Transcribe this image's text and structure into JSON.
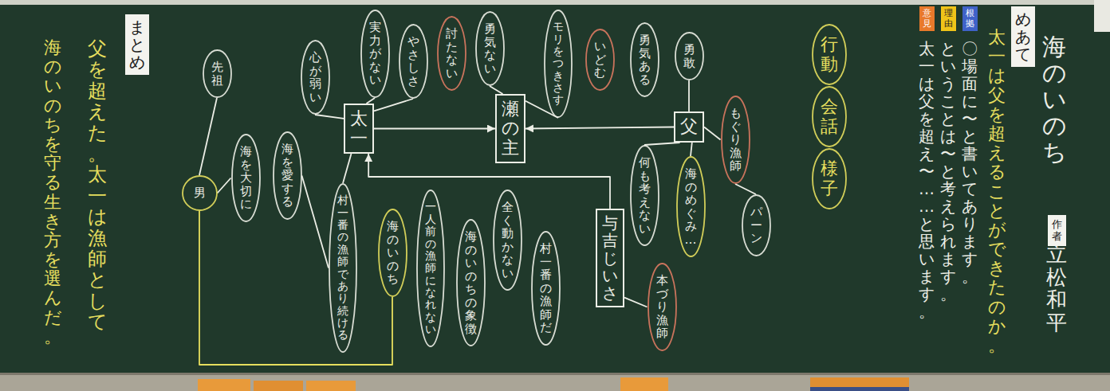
{
  "diagram": {
    "title": "海のいのち",
    "nodes": [
      {
        "text": [
          "作者"
        ]
      },
      {
        "text": [
          "めあて"
        ]
      },
      {
        "text": [
          "意見"
        ]
      },
      {
        "text": [
          "理由"
        ]
      },
      {
        "text": [
          "根拠"
        ]
      },
      {
        "text": [
          "行動"
        ]
      },
      {
        "text": [
          "会話"
        ]
      },
      {
        "text": [
          "様子"
        ]
      },
      {
        "text": [
          "父"
        ]
      },
      {
        "text": [
          "勇敢"
        ]
      },
      {
        "text": [
          "勇気ある"
        ]
      },
      {
        "text": [
          "いどむ"
        ]
      },
      {
        "text": [
          "モリをつきさす"
        ]
      },
      {
        "text": [
          "もぐり漁師"
        ]
      },
      {
        "text": [
          "パーン"
        ]
      },
      {
        "text": [
          "何も考えない"
        ]
      },
      {
        "text": [
          "海のめぐみ…"
        ]
      },
      {
        "text": [
          "与吉じいさ"
        ]
      },
      {
        "text": [
          "本づり漁師"
        ]
      },
      {
        "text": [
          "瀬の主"
        ]
      },
      {
        "text": [
          "勇気ない"
        ]
      },
      {
        "text": [
          "討たない"
        ]
      },
      {
        "text": [
          "やさしさ"
        ]
      },
      {
        "text": [
          "実力がない"
        ]
      },
      {
        "text": [
          "全く動かない"
        ]
      },
      {
        "text": [
          "村一番の漁師だ"
        ]
      },
      {
        "text": [
          "海のいのちの象徴"
        ]
      },
      {
        "text": [
          "一人前の漁師になれない"
        ]
      },
      {
        "text": [
          "海のいのち"
        ]
      },
      {
        "text": [
          "太一"
        ]
      },
      {
        "text": [
          "村一番の漁師であり続ける"
        ]
      },
      {
        "text": [
          "心が弱い"
        ]
      },
      {
        "text": [
          "海を愛する"
        ]
      },
      {
        "text": [
          "海を大切に"
        ]
      },
      {
        "text": [
          "先祖"
        ]
      },
      {
        "text": [
          "男"
        ]
      },
      {
        "text": [
          "まとめ"
        ]
      }
    ],
    "edges": [
      {
        "from": 29,
        "to": 19,
        "arrow": "to"
      },
      {
        "from": 8,
        "to": 19,
        "arrow": "to"
      },
      {
        "from": 17,
        "to": 29,
        "arrow": "to"
      },
      {
        "from": 8,
        "to": 13,
        "arrow": "none"
      },
      {
        "from": 8,
        "to": 16,
        "arrow": "none"
      },
      {
        "from": 8,
        "to": 9,
        "arrow": "none"
      },
      {
        "from": 8,
        "to": 15,
        "arrow": "none"
      },
      {
        "from": 13,
        "to": 14,
        "arrow": "none"
      },
      {
        "from": 17,
        "to": 18,
        "arrow": "none"
      },
      {
        "from": 12,
        "to": 19,
        "arrow": "none"
      },
      {
        "from": 20,
        "to": 19,
        "arrow": "none"
      },
      {
        "from": 23,
        "to": 29,
        "arrow": "none"
      },
      {
        "from": 22,
        "to": 29,
        "arrow": "none"
      },
      {
        "from": 31,
        "to": 29,
        "arrow": "none"
      },
      {
        "from": 29,
        "to": 30,
        "arrow": "none"
      },
      {
        "from": 32,
        "to": 30,
        "arrow": "none"
      },
      {
        "from": 34,
        "to": 35,
        "arrow": "none"
      },
      {
        "from": 33,
        "to": 35,
        "arrow": "none"
      },
      {
        "from": 35,
        "to": 28,
        "arrow": "none"
      }
    ],
    "labels": [
      "立松和平",
      "太一は父を超えることができたのか。",
      "〇場面に〜と書いてあります。",
      "ということは〜と考えられます。",
      "太一は父を超え〜……と思います。",
      "父を超えた。太一は漁師として",
      "海のいのちを守る生き方を選んだ。"
    ]
  }
}
